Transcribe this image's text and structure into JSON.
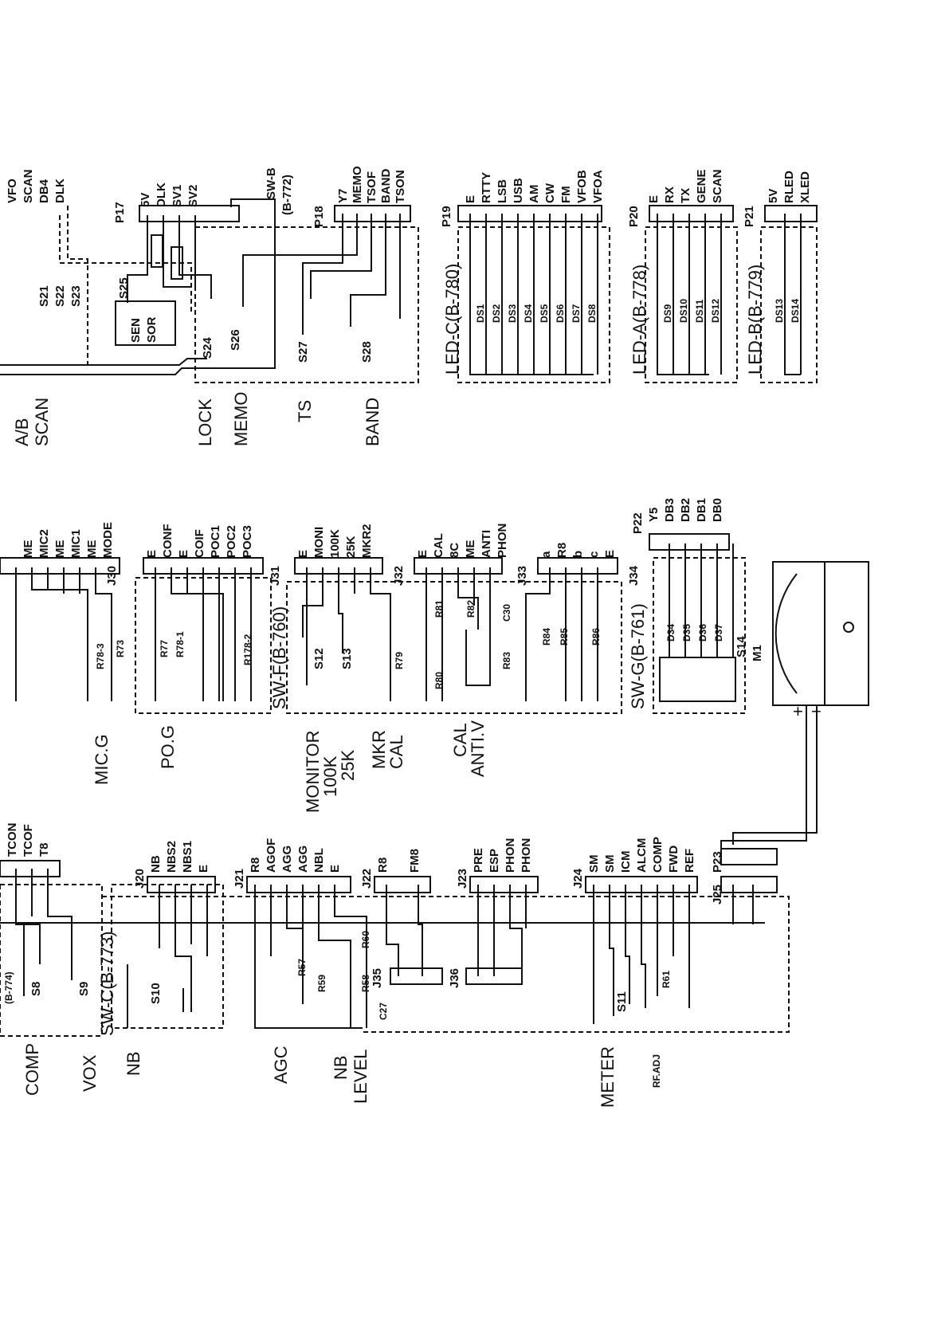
{
  "colors": {
    "ink": "#111111",
    "paper": "#ffffff"
  },
  "connectors": [
    {
      "id": "P17",
      "pins": [
        "5V",
        "DLK",
        "SV1",
        "SV2"
      ]
    },
    {
      "id": "P18",
      "pins": [
        "Y7",
        "MEMO",
        "TSOF",
        "BAND",
        "TSON"
      ]
    },
    {
      "id": "P19",
      "pins": [
        "E",
        "RTTY",
        "LSB",
        "USB",
        "AM",
        "CW",
        "FM",
        "VFOB",
        "VFOA"
      ]
    },
    {
      "id": "P20",
      "pins": [
        "E",
        "RX",
        "TX",
        "GENE",
        "SCAN"
      ]
    },
    {
      "id": "P21",
      "pins": [
        "5V",
        "RLED",
        "XLED"
      ]
    },
    {
      "id": "J30",
      "pins": [
        "ME",
        "MIC2",
        "ME",
        "MIC1",
        "ME",
        "MODE"
      ]
    },
    {
      "id": "J31",
      "pins": [
        "E",
        "CONF",
        "E",
        "COIF",
        "POC1",
        "POC2",
        "POC3"
      ]
    },
    {
      "id": "J32",
      "pins": [
        "E",
        "MONI",
        "100K",
        "25K",
        "MKR2"
      ]
    },
    {
      "id": "J33",
      "pins": [
        "E",
        "CAL",
        "8C",
        "ME",
        "ANTI",
        "PHON"
      ]
    },
    {
      "id": "J34",
      "pins": [
        "a",
        "R8",
        "b",
        "c",
        "E"
      ]
    },
    {
      "id": "P22",
      "pins": [
        "Y5",
        "DB3",
        "DB2",
        "DB1",
        "DB0"
      ]
    },
    {
      "id": "J20",
      "pins": [
        "NB",
        "NBS2",
        "NBS1",
        "E"
      ]
    },
    {
      "id": "J21",
      "pins": [
        "R8",
        "AGOF",
        "AGG",
        "AGG",
        "NBL",
        "E"
      ]
    },
    {
      "id": "J22",
      "pins": [
        "R8",
        "FM8"
      ]
    },
    {
      "id": "J23",
      "pins": [
        "PRE",
        "ESP",
        "PHON",
        "PHON"
      ]
    },
    {
      "id": "J24",
      "pins": [
        "SM",
        "SM",
        "ICM",
        "ALCM",
        "COMP",
        "FWD",
        "REF"
      ]
    }
  ],
  "top_left_pins": [
    "VFO",
    "SCAN",
    "DB4",
    "DLK"
  ],
  "tc_pins": [
    "TCON",
    "TCOF",
    "T8"
  ],
  "boards": {
    "swb": [
      "SW-B",
      "(B-772)"
    ],
    "ledc": "LED-C(B-780)",
    "leda": "LED-A(B-778)",
    "ledb": "LED-B(B-779)",
    "swf": "SW-F(B-760)",
    "swg": "SW-G(B-761)",
    "swc": "SW-C(B-773)",
    "b774": "(B-774)"
  },
  "plain_ids": {
    "j35": "J35",
    "j36": "J36",
    "p23": "P23",
    "j25": "J25",
    "m1": "M1",
    "sensor": [
      "SEN",
      "SOR"
    ]
  },
  "switches": [
    "S21",
    "S22",
    "S23",
    "S24",
    "S25",
    "S26",
    "S27",
    "S28",
    "S12",
    "S13",
    "S14",
    "S8",
    "S9",
    "S10",
    "S11"
  ],
  "leds": {
    "ledc": [
      "DS1",
      "DS2",
      "DS3",
      "DS4",
      "DS5",
      "DS6",
      "DS7",
      "DS8"
    ],
    "leda": [
      "DS9",
      "DS10",
      "DS11",
      "DS12"
    ],
    "ledb": [
      "DS13",
      "DS14"
    ],
    "swg": [
      "D34",
      "D35",
      "D36",
      "D37"
    ]
  },
  "parts": {
    "r73": "R73",
    "r78_3": "R78-3",
    "r77": "R77",
    "r78_1": "R78-1",
    "r78_2": "R178-2",
    "r79": "R79",
    "r80": "R80",
    "r81": "R81",
    "r82": "R82",
    "c30": "C30",
    "r83": "R83",
    "r84": "R84",
    "r85": "R85",
    "r86": "R86",
    "r57": "R57",
    "r59": "R59",
    "r58": "R58",
    "r60": "R60",
    "c27": "C27",
    "r61": "R61"
  },
  "controls": {
    "left_top": [
      "A/B",
      "SCAN"
    ],
    "lock": "LOCK",
    "memo": "MEMO",
    "ts": "TS",
    "band": "BAND",
    "micg": "MIC.G",
    "pog": "PO.G",
    "monitor": [
      "MONITOR",
      "100K",
      "25K"
    ],
    "mkr": [
      "MKR",
      "CAL"
    ],
    "cal": [
      "CAL",
      "ANTI.V"
    ],
    "comp": "COMP",
    "vox": "VOX",
    "nb": "NB",
    "agc": "AGC",
    "nblevel": [
      "NB",
      "LEVEL"
    ],
    "meter": "METER",
    "rfadj": "RF.ADJ"
  },
  "meter_polarity": {
    "plus": "+",
    "minus": "−"
  }
}
